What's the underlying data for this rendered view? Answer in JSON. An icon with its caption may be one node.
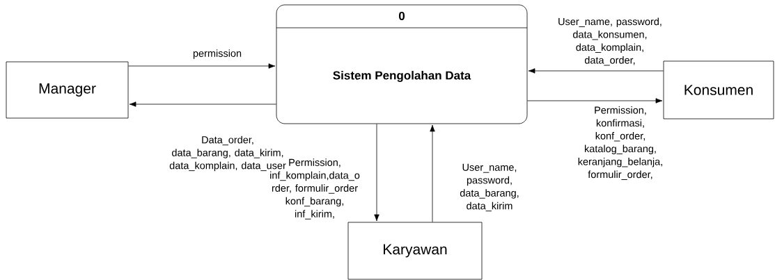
{
  "diagram": {
    "nodes": [
      {
        "text": [
          "0",
          "Sistem Pengolahan Data"
        ]
      },
      {
        "text": [
          "Manager"
        ]
      },
      {
        "text": [
          "Konsumen"
        ]
      },
      {
        "text": [
          "Karyawan"
        ]
      }
    ],
    "edges": [
      {
        "from": 1,
        "to": 0,
        "arrow": "to",
        "label": "permission"
      },
      {
        "from": 0,
        "to": 1,
        "arrow": "to",
        "label": "Data_order, data_barang, data_kirim, data_komplain, data_user"
      },
      {
        "from": 2,
        "to": 0,
        "arrow": "to",
        "label": "User_name, password, data_konsumen, data_komplain, data_order,"
      },
      {
        "from": 0,
        "to": 2,
        "arrow": "to",
        "label": "Permission, konfirmasi, konf_order, katalog_barang, keranjang_belanja, formulir_order,"
      },
      {
        "from": 0,
        "to": 3,
        "arrow": "to",
        "label": "Permission, inf_komplain,data_o rder, formulir_order konf_barang, inf_kirim,"
      },
      {
        "from": 3,
        "to": 0,
        "arrow": "to",
        "label": "User_name, password, data_barang, data_kirim"
      }
    ]
  }
}
